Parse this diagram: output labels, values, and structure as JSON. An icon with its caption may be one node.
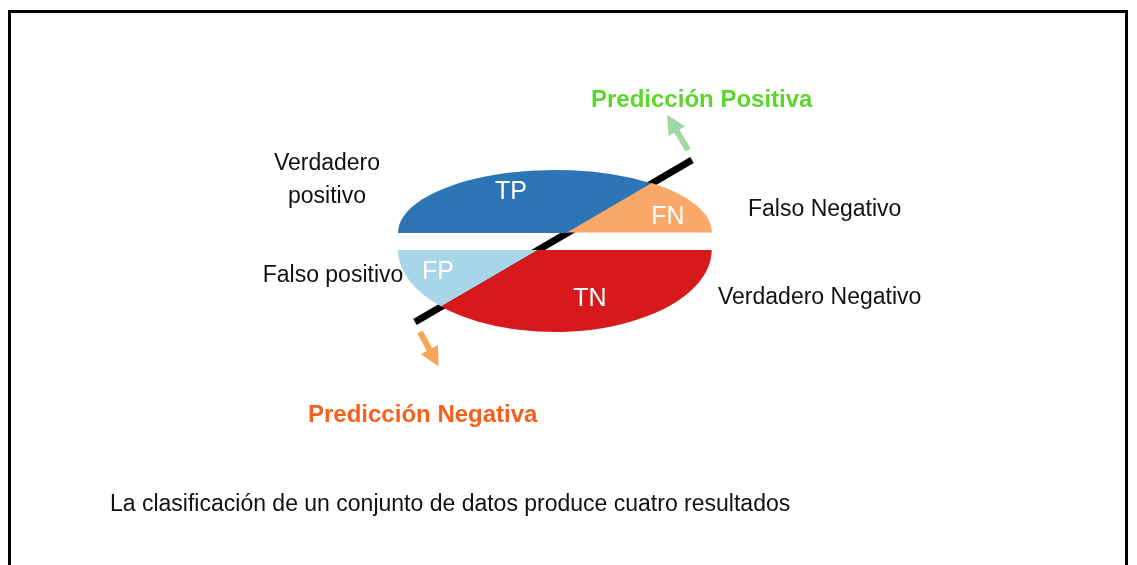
{
  "diagram": {
    "caption": "La clasificación de un conjunto de datos produce cuatro resultados",
    "nodes": [
      {
        "text": [
          "TP"
        ],
        "beside": [
          "Verdadero positivo"
        ]
      },
      {
        "text": [
          "FN"
        ],
        "beside": [
          "Falso Negativo"
        ]
      },
      {
        "text": [
          "FP"
        ],
        "beside": [
          "Falso positivo"
        ]
      },
      {
        "text": [
          "TN"
        ],
        "beside": [
          "Verdadero Negativo"
        ]
      }
    ],
    "labels": [
      "Predicción Positiva",
      "Predicción Negativa"
    ]
  }
}
